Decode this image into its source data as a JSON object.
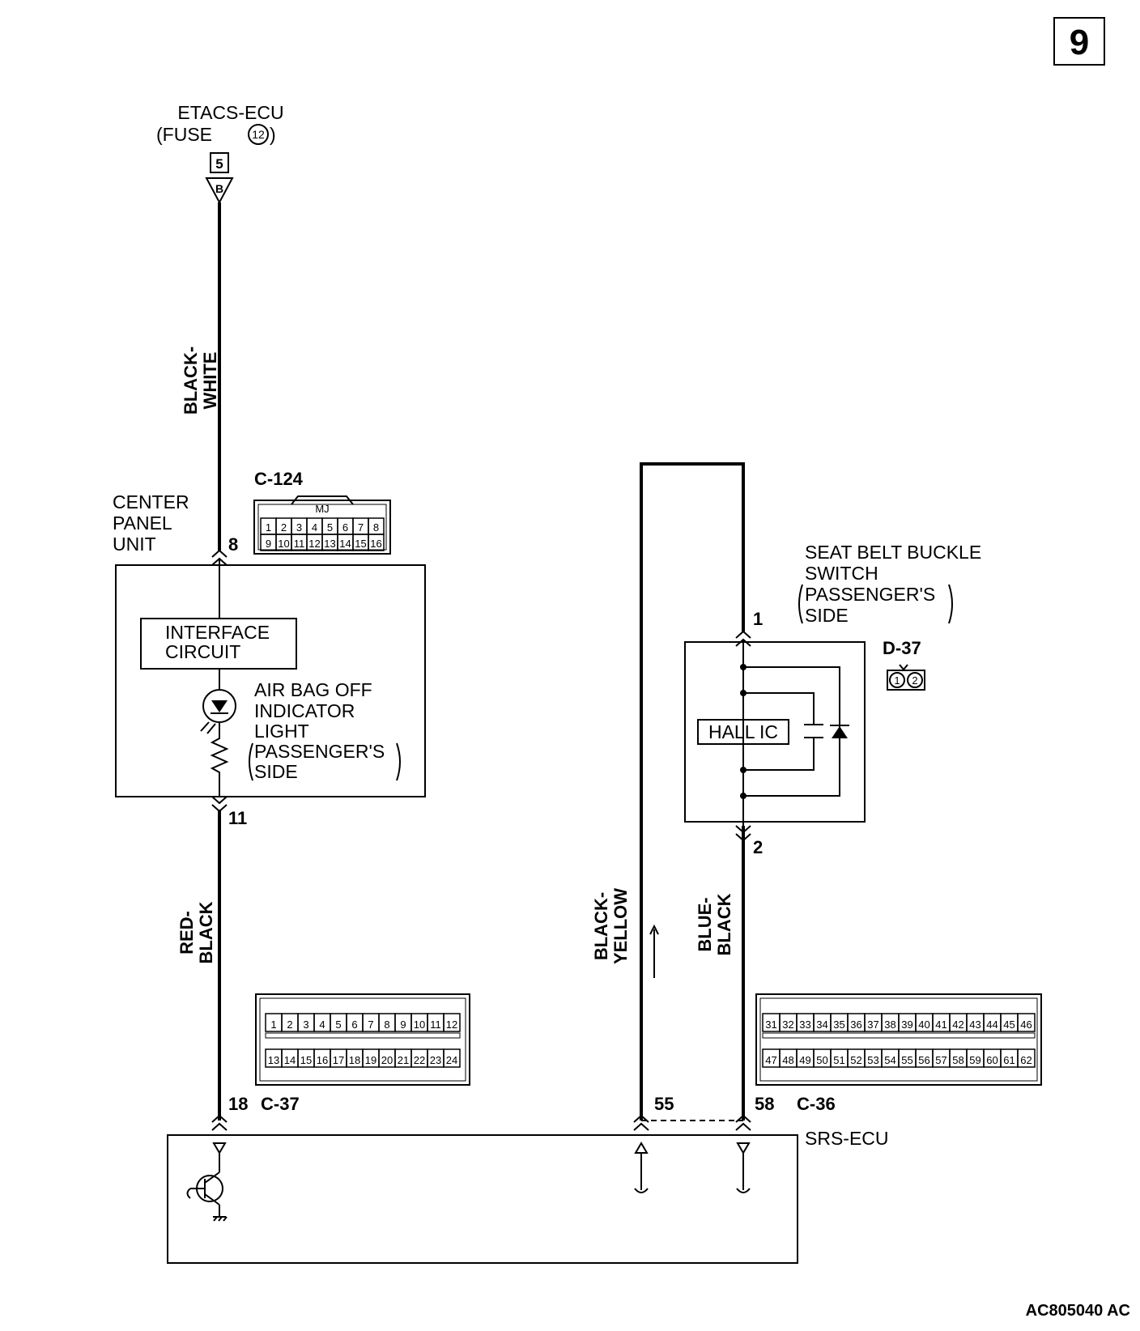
{
  "page_number": "9",
  "figure_code": "AC805040 AC",
  "source": {
    "name": "ETACS-ECU",
    "fuse": "(FUSE",
    "fuse_no": "12",
    "fuse_close": ")",
    "terminal_box": "5",
    "connector_letter": "B"
  },
  "wires": {
    "w1_l1": "BLACK-",
    "w1_l2": "WHITE",
    "w2_l1": "RED-",
    "w2_l2": "BLACK",
    "w3_l1": "BLACK-",
    "w3_l2": "YELLOW",
    "w4_l1": "BLUE-",
    "w4_l2": "BLACK"
  },
  "center_panel": {
    "name_l1": "CENTER",
    "name_l2": "PANEL",
    "name_l3": "UNIT",
    "pin_top": "8",
    "pin_bottom": "11",
    "interface_l1": "INTERFACE",
    "interface_l2": "CIRCUIT",
    "light_l1": "AIR BAG OFF",
    "light_l2": "INDICATOR",
    "light_l3": "LIGHT",
    "light_l4": "PASSENGER'S",
    "light_l5": "SIDE"
  },
  "connectors": {
    "c124": {
      "label": "C-124",
      "tag": "MJ",
      "row1": [
        "1",
        "2",
        "3",
        "4",
        "5",
        "6",
        "7",
        "8"
      ],
      "row2": [
        "9",
        "10",
        "11",
        "12",
        "13",
        "14",
        "15",
        "16"
      ]
    },
    "c37": {
      "label": "C-37",
      "pin": "18",
      "row1": [
        "1",
        "2",
        "3",
        "4",
        "5",
        "6",
        "7",
        "8",
        "9",
        "10",
        "11",
        "12"
      ],
      "row2": [
        "13",
        "14",
        "15",
        "16",
        "17",
        "18",
        "19",
        "20",
        "21",
        "22",
        "23",
        "24"
      ]
    },
    "c36": {
      "label": "C-36",
      "pin_a": "55",
      "pin_b": "58",
      "row1": [
        "31",
        "32",
        "33",
        "34",
        "35",
        "36",
        "37",
        "38",
        "39",
        "40",
        "41",
        "42",
        "43",
        "44",
        "45",
        "46"
      ],
      "row2": [
        "47",
        "48",
        "49",
        "50",
        "51",
        "52",
        "53",
        "54",
        "55",
        "56",
        "57",
        "58",
        "59",
        "60",
        "61",
        "62"
      ]
    },
    "d37": {
      "label": "D-37",
      "pins": [
        "1",
        "2"
      ]
    }
  },
  "seatbelt": {
    "l1": "SEAT BELT BUCKLE",
    "l2": "SWITCH",
    "l3": "PASSENGER'S",
    "l4": "SIDE",
    "pin_top": "1",
    "pin_bottom": "2",
    "hall": "HALL IC"
  },
  "srs": {
    "name": "SRS-ECU"
  }
}
